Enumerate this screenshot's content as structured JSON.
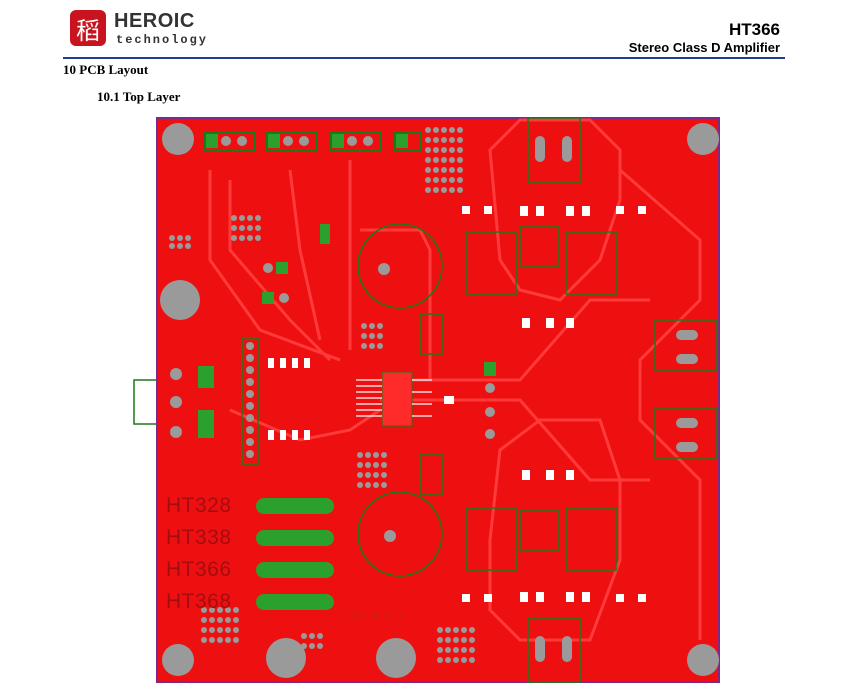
{
  "header": {
    "logo_glyph": "稻",
    "logo_name": "HEROIC",
    "logo_sub": "technology",
    "title": "HT366",
    "subtitle": "Stereo Class D Amplifier"
  },
  "sections": {
    "heading": "10 PCB Layout",
    "subheading": "10.1 Top Layer"
  },
  "pcb": {
    "chip_labels": [
      "HT328",
      "HT338",
      "HT366",
      "HT368"
    ],
    "version": "2021.02  V1.0",
    "colors": {
      "copper": "#ee1010",
      "trace": "#ff2a2a",
      "hole": "#9a9a9a",
      "pad_green": "#2ca02c",
      "outline": "#7b2a8c",
      "silk": "#1a7a1a"
    }
  }
}
